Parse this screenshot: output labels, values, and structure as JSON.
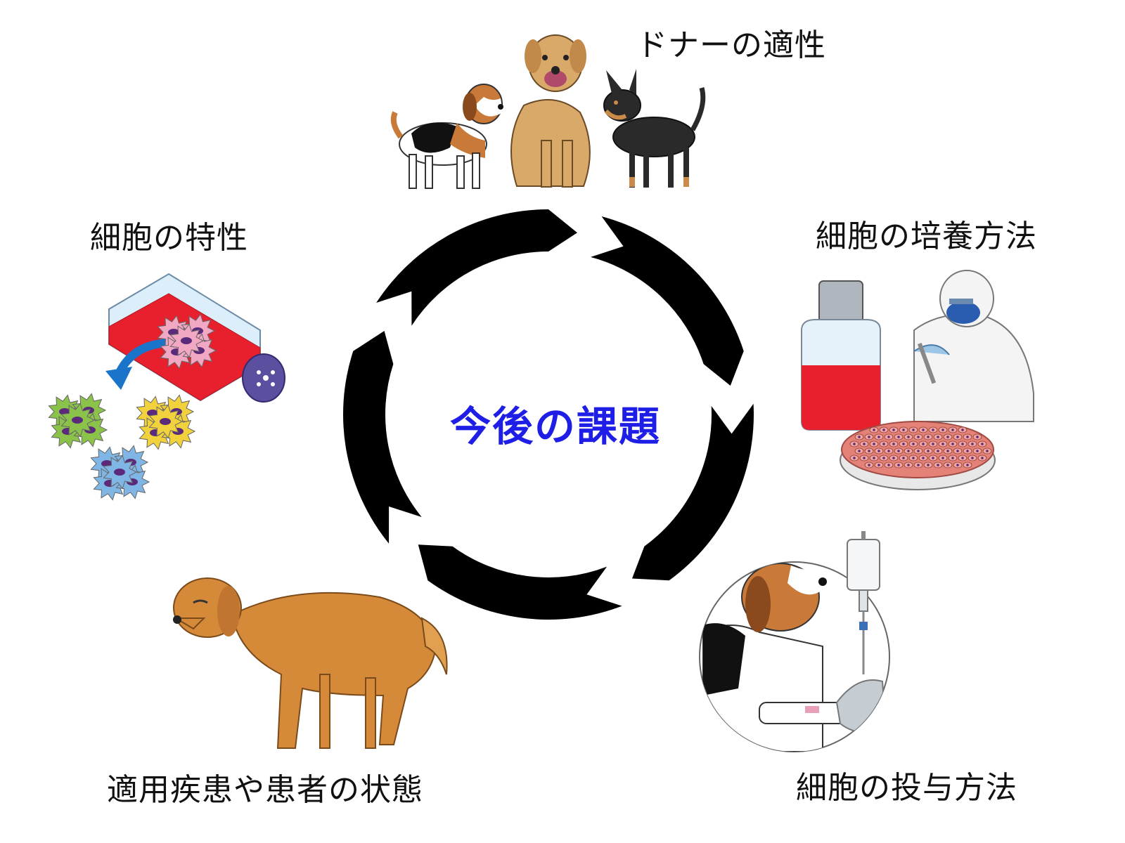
{
  "center": {
    "title": "今後の課題"
  },
  "items": [
    {
      "id": "donor",
      "label": "ドナーの適性"
    },
    {
      "id": "culture",
      "label": "細胞の培養方法"
    },
    {
      "id": "admin",
      "label": "細胞の投与方法"
    },
    {
      "id": "disease",
      "label": "適用疾患や患者の状態"
    },
    {
      "id": "cellprop",
      "label": "細胞の特性"
    }
  ],
  "colors": {
    "cycle": "#000000",
    "title": "#1e1ee6",
    "flask_medium": "#e8202e",
    "cap": "#5b4fa0",
    "cell_green": "#8bc34a",
    "cell_yellow": "#f2d23c",
    "cell_blue": "#7fb6e6",
    "cell_pink": "#f2a7c3",
    "dog_golden": "#d58a3a",
    "dog_lab": "#d9a96a",
    "arrow_blue": "#1a74c9"
  }
}
